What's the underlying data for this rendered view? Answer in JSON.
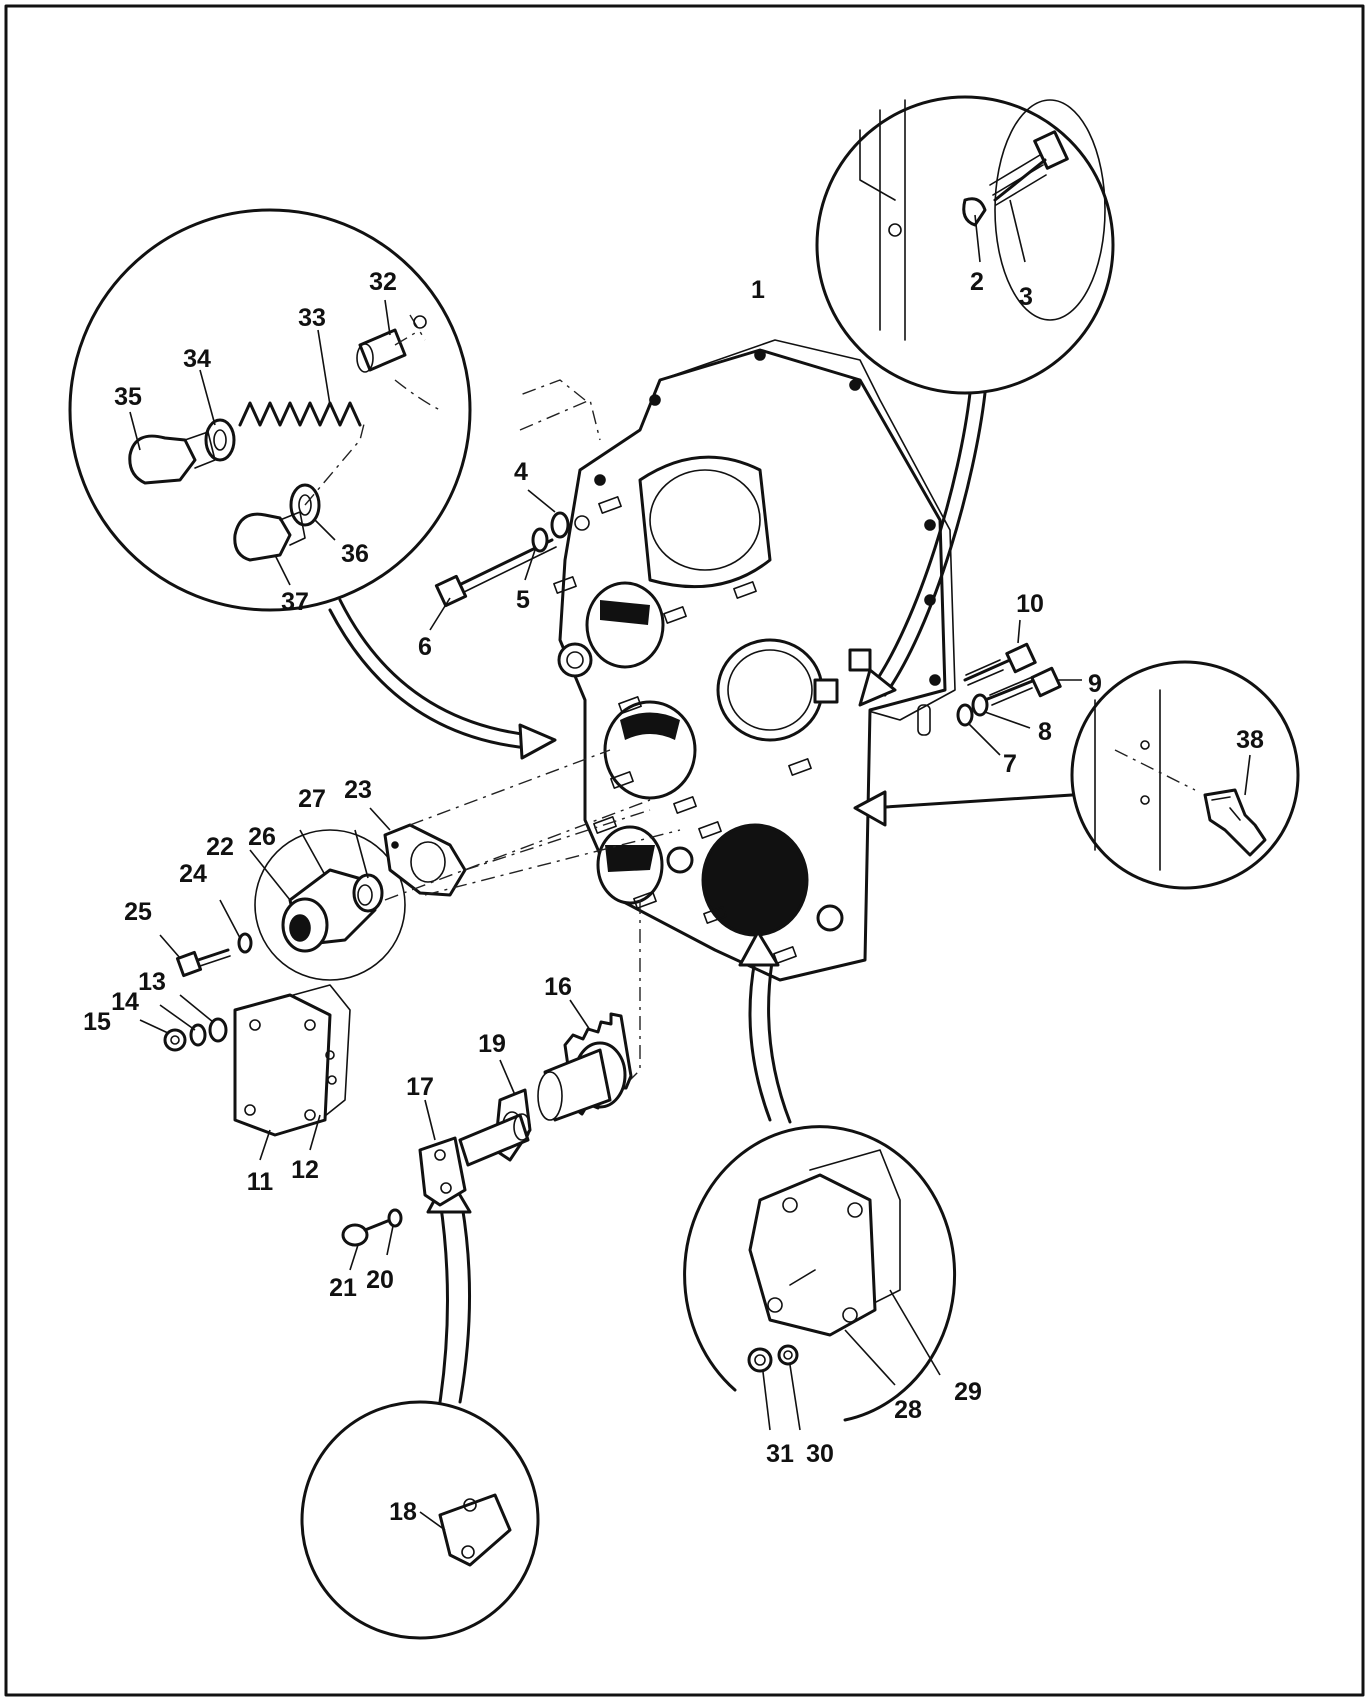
{
  "diagram": {
    "colors": {
      "ink": "#111111",
      "paper": "#ffffff"
    },
    "part_numbers": [
      "1",
      "2",
      "3",
      "4",
      "5",
      "6",
      "7",
      "8",
      "9",
      "10",
      "11",
      "12",
      "13",
      "14",
      "15",
      "16",
      "17",
      "18",
      "19",
      "20",
      "21",
      "22",
      "23",
      "24",
      "25",
      "26",
      "27",
      "28",
      "29",
      "30",
      "31",
      "32",
      "33",
      "34",
      "35",
      "36",
      "37",
      "38"
    ]
  }
}
